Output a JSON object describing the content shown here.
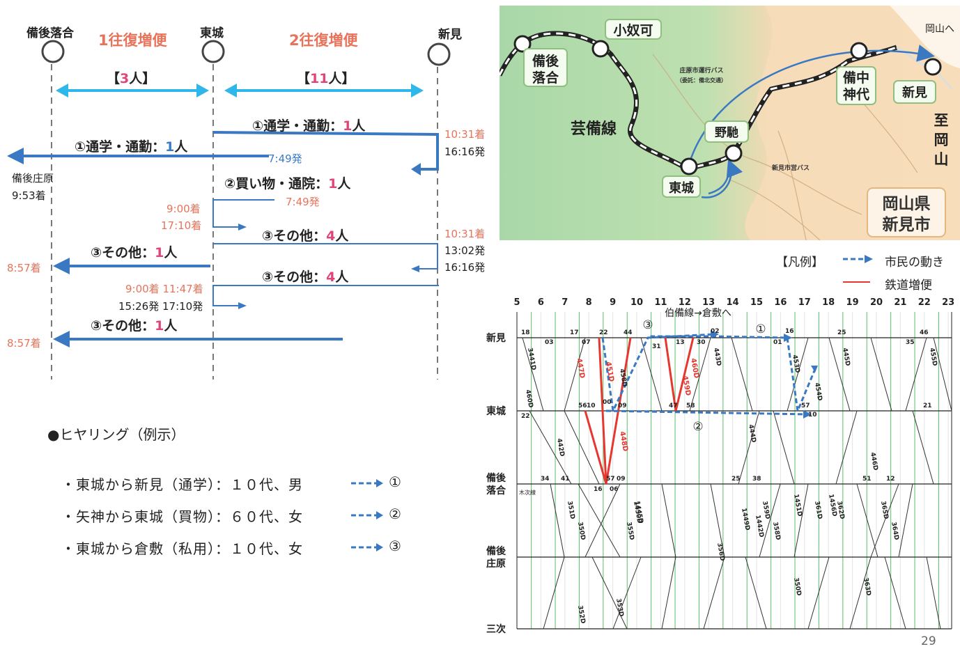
{
  "diagram": {
    "stations": [
      {
        "name": "備後落合"
      },
      {
        "name": "東城"
      },
      {
        "name": "新見"
      }
    ],
    "segments": [
      {
        "title": "1往復増便",
        "count_open": "【",
        "count_num": "3",
        "count_unit": "人",
        "count_close": "】"
      },
      {
        "title": "2往復増便",
        "count_open": "【",
        "count_num": "11",
        "count_unit": "人",
        "count_close": "】"
      }
    ],
    "trips": [
      {
        "label": "①通学・通勤：",
        "num": "1",
        "unit": "人"
      },
      {
        "label": "①通学・通勤：",
        "num": "1",
        "unit": "人"
      },
      {
        "label": "②買い物・通院：",
        "num": "1",
        "unit": "人"
      },
      {
        "label": "③その他：",
        "num": "4",
        "unit": "人"
      },
      {
        "label": "③その他：",
        "num": "1",
        "unit": "人"
      },
      {
        "label": "③その他：",
        "num": "4",
        "unit": "人"
      },
      {
        "label": "③その他：",
        "num": "1",
        "unit": "人"
      }
    ],
    "times": {
      "t1031a": "10:31着",
      "t1616a": "16:16発",
      "t749a": "7:49発",
      "t749b": "7:49発",
      "shobara": "備後庄原",
      "shobara_t": "9:53着",
      "t900a": "9:00着",
      "t1710a": "17:10着",
      "t1031b": "10:31着",
      "t1302": "13:02発",
      "t1616b": "16:16発",
      "t857a": "8:57着",
      "t900b": "9:00着 11:47着",
      "t1526": "15:26発 17:10発",
      "t857b": "8:57着"
    }
  },
  "hearing": {
    "title": "●ヒヤリング（例示）",
    "items": [
      {
        "text": "・東城から新見（通学）：１０代、男",
        "mark": "①"
      },
      {
        "text": "・矢神から東城（買物）：６０代、女",
        "mark": "②"
      },
      {
        "text": "・東城から倉敷（私用）：１０代、女",
        "mark": "③"
      }
    ]
  },
  "map": {
    "labels": {
      "okosobi": "小奴可",
      "bingo_ochiai_1": "備後",
      "bingo_ochiai_2": "落合",
      "geibi": "芸備線",
      "nowachi": "野馳",
      "tojo": "東城",
      "bichu_kojiro_1": "備中",
      "bichu_kojiro_2": "神代",
      "niimi": "新見",
      "to_okayama": "岡山へ",
      "shi": "至",
      "oka": "岡",
      "yama": "山",
      "bus1": "庄原市運行バス",
      "bus1b": "（委託：備北交通）",
      "bus2": "新見市営バス",
      "pref": "岡山県",
      "city": "新見市"
    },
    "legend": {
      "title": "【凡例】",
      "move": "市民の動き",
      "rail": "鉄道増便"
    }
  },
  "timetable": {
    "hours": [
      "5",
      "6",
      "7",
      "8",
      "9",
      "10",
      "11",
      "12",
      "13",
      "14",
      "15",
      "16",
      "17",
      "18",
      "19",
      "20",
      "21",
      "22",
      "23"
    ],
    "note": "伯備線→倉敷へ",
    "stations": [
      {
        "name1": "新見",
        "name2": ""
      },
      {
        "name1": "東城",
        "name2": ""
      },
      {
        "name1": "備後",
        "name2": "落合"
      },
      {
        "name1": "備後",
        "name2": "庄原"
      },
      {
        "name1": "三次",
        "name2": ""
      }
    ],
    "circle_1": "①",
    "circle_2": "②",
    "circle_3": "③",
    "trains_red": [
      "447D",
      "451D",
      "459D",
      "460D",
      "448D"
    ],
    "trains": [
      "3441D",
      "460D",
      "442D",
      "458D",
      "443D",
      "444D",
      "453D",
      "454D",
      "445D",
      "446D",
      "455D",
      "351D",
      "350D",
      "355D",
      "356D",
      "359D",
      "358D",
      "361D",
      "362D",
      "365D",
      "364D",
      "352D",
      "353D",
      "350D",
      "363D",
      "1449D",
      "1442D",
      "1451D",
      "1456D",
      "1450D",
      "1445D"
    ],
    "small_labels": [
      "18",
      "17",
      "22",
      "03",
      "07",
      "44",
      "13",
      "02",
      "30",
      "16",
      "01",
      "25",
      "46",
      "35",
      "22",
      "56",
      "10",
      "00",
      "09",
      "47",
      "58",
      "57",
      "10",
      "21",
      "34",
      "41",
      "57",
      "09",
      "16",
      "06",
      "25",
      "38",
      "51",
      "12",
      "31"
    ],
    "bottom_note": "木次線"
  },
  "page_number": "29",
  "colors": {
    "arrow_blue": "#3a78c2",
    "cyan": "#2fb7ea",
    "orange": "#e8735a",
    "red": "#e5372e",
    "green": "#5bbf6a"
  }
}
